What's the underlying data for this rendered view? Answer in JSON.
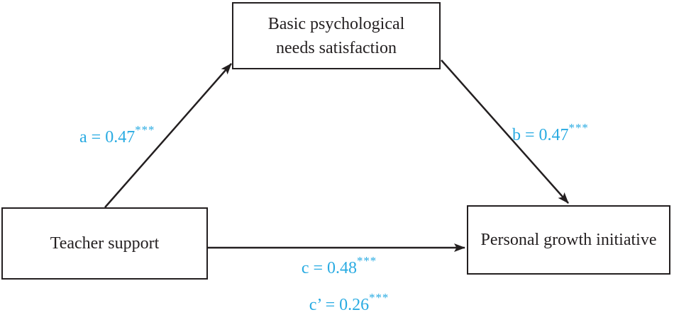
{
  "diagram": {
    "type": "mediation-path-model",
    "background_color": "#ffffff",
    "box_border_color": "#231f20",
    "box_text_color": "#231f20",
    "arrow_color": "#231f20",
    "path_label_color": "#29abe2",
    "boxes": {
      "mediator": {
        "label_line1": "Basic psychological",
        "label_line2": "needs satisfaction"
      },
      "predictor": {
        "label": "Teacher support"
      },
      "outcome": {
        "label": "Personal growth initiative"
      }
    },
    "paths": {
      "a": {
        "from": "predictor",
        "to": "mediator",
        "label": "a = 0.47",
        "sig": "***"
      },
      "b": {
        "from": "mediator",
        "to": "outcome",
        "label": "b = 0.47",
        "sig": "***"
      },
      "c": {
        "from": "predictor",
        "to": "outcome",
        "label": "c = 0.48",
        "sig": "***"
      },
      "c_prime": {
        "from": "predictor",
        "to": "outcome",
        "label": "c’ = 0.26",
        "sig": "***"
      }
    }
  }
}
